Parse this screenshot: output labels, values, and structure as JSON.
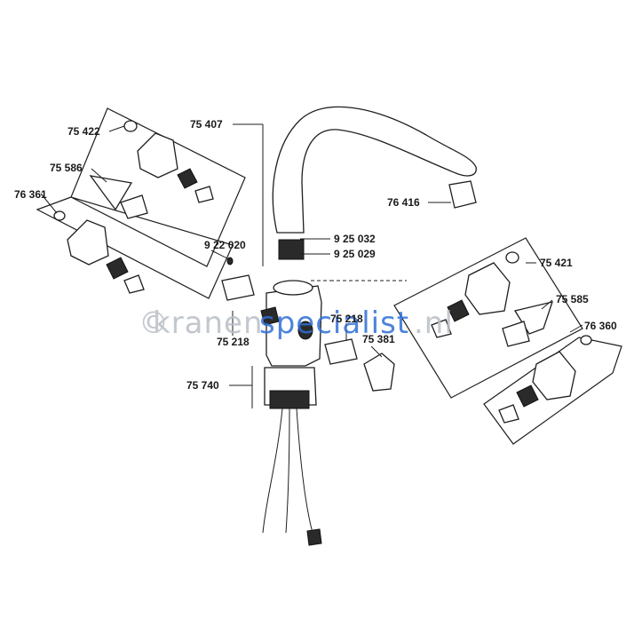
{
  "labels": {
    "l75407": "75 407",
    "l76416": "76 416",
    "l925032": "9 25 032",
    "l925029": "9 25 029",
    "l922020": "9 22 020",
    "l75422": "75 422",
    "l75586": "75 586",
    "l76361": "76 361",
    "l75421": "75 421",
    "l75585": "75 585",
    "l76360": "76 360",
    "l75218a": "75 218",
    "l75218b": "75 218",
    "l75381": "75 381",
    "l75740": "75 740"
  },
  "watermark": {
    "copyright": "©",
    "part1": "kranen",
    "part2": "specialist",
    "part3": ".nl"
  },
  "colors": {
    "watermark_grey": "#b9bec6",
    "watermark_blue": "#2f6fd6"
  }
}
